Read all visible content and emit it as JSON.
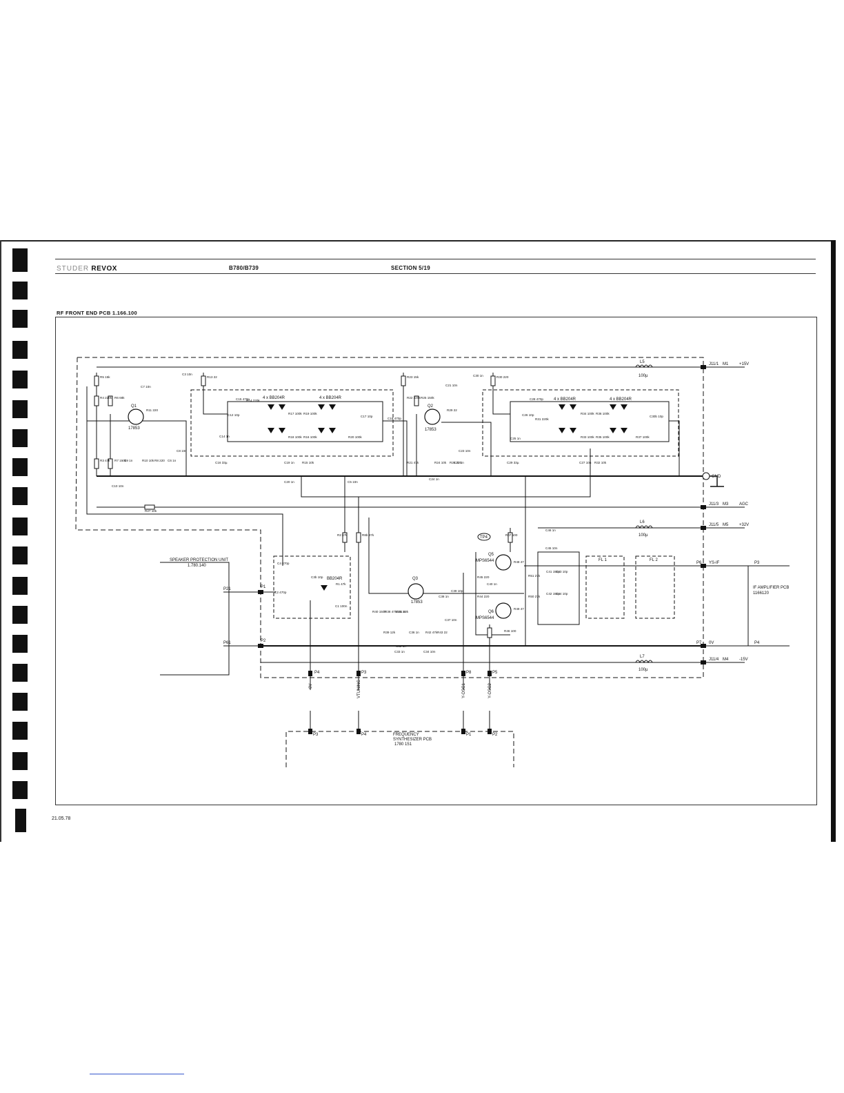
{
  "header": {
    "brand_prefix": "STUDER",
    "brand_name": "REVOX",
    "model": "B780/B739",
    "section": "SECTION 5/19"
  },
  "title": "RF FRONT END PCB 1.166.100",
  "date": "21.05.78",
  "blocks": {
    "speaker_protection": [
      "SPEAKER PROTECTION UNIT",
      "1.780.140"
    ],
    "if_amplifier": [
      "IF AMPLIFIER PCB",
      "1166120"
    ],
    "frequency_synthesizer": [
      "FREQUENCY",
      "SYNTHESIZER PCB",
      "1780 151"
    ],
    "filters": [
      "FL 1",
      "FL 2"
    ]
  },
  "power_rails": [
    {
      "pin": "J11/1",
      "term": "M1",
      "signal": "+15V"
    },
    {
      "pin": "J11/3",
      "term": "M3",
      "signal": "AGC"
    },
    {
      "pin": "J11/5",
      "term": "M5",
      "signal": "+32V"
    },
    {
      "pin": "J11/4",
      "term": "M4",
      "signal": "-15V"
    },
    {
      "pin": "P6",
      "term": "P3",
      "signal": "YS-IF"
    },
    {
      "pin": "P7",
      "term": "P4",
      "signal": "0V"
    }
  ],
  "gnd_label": "GND",
  "inductors": [
    {
      "name": "L5",
      "value": "100µ"
    },
    {
      "name": "L6",
      "value": "100µ"
    },
    {
      "name": "L7",
      "value": "100µ"
    }
  ],
  "transistors": [
    {
      "name": "Q1",
      "type": "17853"
    },
    {
      "name": "Q2",
      "type": "17853"
    },
    {
      "name": "Q3",
      "type": "17853"
    },
    {
      "name": "Q5",
      "type": "MPS6544"
    },
    {
      "name": "Q6",
      "type": "MPS6544"
    }
  ],
  "diode_arrays": [
    "4 x BB204R",
    "4 x BB204R",
    "4 x BB204R",
    "4 x BB204R",
    "BB204R"
  ],
  "tp_label": "TP4",
  "bottom_pins": [
    {
      "pin": "P4",
      "label": "0V"
    },
    {
      "pin": "P3",
      "label": "VTUNING"
    },
    {
      "pin": "P8",
      "label": "Y-OSC1"
    },
    {
      "pin": "P5",
      "label": "Y-OSC2"
    }
  ],
  "synth_pins": [
    "P3",
    "P4",
    "P1",
    "P2"
  ],
  "left_pins": [
    {
      "pin": "P21",
      "to": "P1"
    },
    {
      "pin": "P61",
      "to": "P2"
    }
  ],
  "resistor_labels": [
    "R5 15k",
    "R4 220k",
    "R6 68k",
    "R13 22",
    "R11 220",
    "R3 47k",
    "R7 150k",
    "R10 10k",
    "R8 220",
    "R27 10k",
    "R17 100k",
    "R19 100k",
    "R14 220k",
    "R18 100k",
    "R16 100k",
    "R20 100k",
    "R15 10k",
    "R23 15k",
    "R22 220k",
    "R25 150k",
    "R29 22",
    "R30 220",
    "R21 47k",
    "R24 10k",
    "R26 220",
    "R31 220k",
    "R34 100k",
    "R36 100k",
    "R33 100k",
    "R35 100k",
    "R37 100k",
    "R32 10k",
    "R2 47k",
    "R1 47k",
    "R8b 47k",
    "R47 100",
    "R48 47",
    "R45 220",
    "R44 220",
    "R49 47",
    "R46 100",
    "R51 27k",
    "R50 27k",
    "R40 150k",
    "R38 47k",
    "R41 82k",
    "R39 12k",
    "R42 47k",
    "R43 22"
  ],
  "capacitor_labels": [
    "C7 10n",
    "C3 10n",
    "C15 470p",
    "C12 10p",
    "C14 1n",
    "C16 33µ",
    "C9 1n",
    "C10 10n",
    "C6 1n",
    "C8 10n",
    "C17 10p",
    "C18 470p",
    "C19 1n",
    "C20 1n",
    "C5 10n",
    "C21 10n",
    "C30 1n",
    "C26 10p",
    "C28 470p",
    "C25 1n",
    "C29 33µ",
    "C24 1n",
    "C22 1n",
    "C23 10n",
    "C30b 10p",
    "C27 10n",
    "C4 470p",
    "C2 470p",
    "C3b 10p",
    "C1 100n",
    "C35 1n",
    "C36 1n",
    "C37 10n",
    "C38 1n",
    "C39 10p",
    "C33 1n",
    "C34 10n",
    "C32 1n",
    "C40 1n",
    "C41 150p",
    "C42 150p",
    "C43 10p",
    "C44 10p",
    "C45 10n",
    "C46 1n"
  ]
}
